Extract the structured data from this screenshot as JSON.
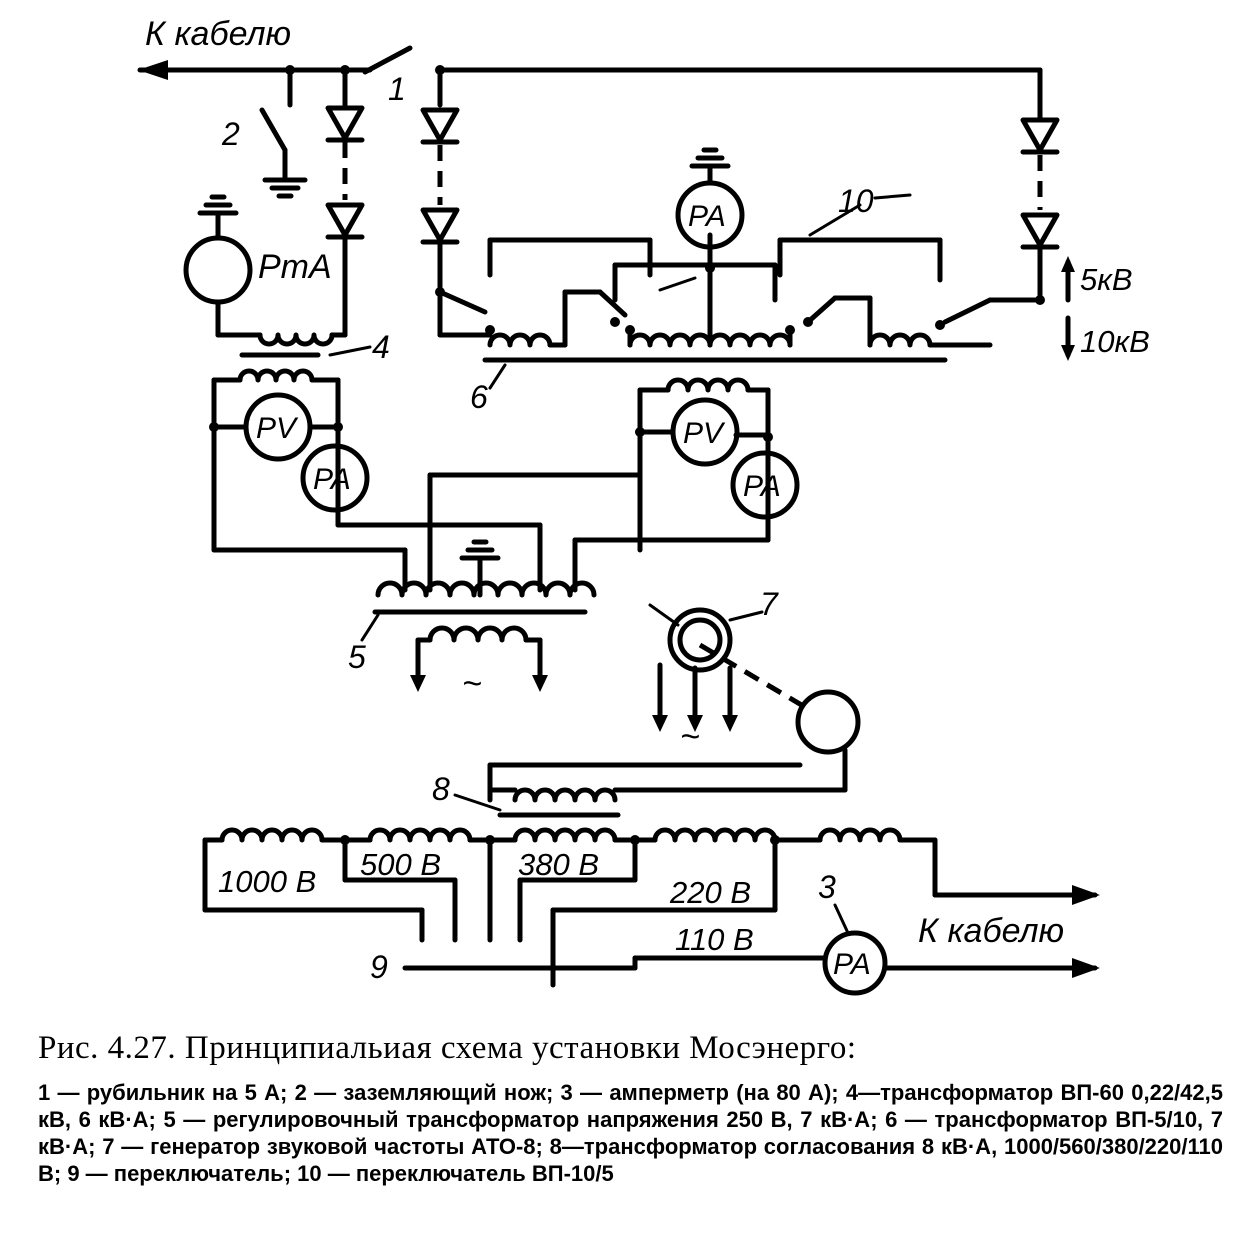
{
  "diagram": {
    "labels": {
      "to_cable_top": "К кабелю",
      "to_cable_bottom": "К кабелю",
      "ma_meter": "PmA",
      "voltage_5kv": "5кВ",
      "voltage_10kv": "10кВ",
      "tap_1000": "1000 В",
      "tap_500": "500 В",
      "tap_380": "380 В",
      "tap_220": "220 В",
      "tap_110": "110 В",
      "ammeter": "PA",
      "voltmeter": "PV",
      "ac_symbol": "~"
    },
    "numbers": {
      "n1": "1",
      "n2": "2",
      "n3": "3",
      "n4": "4",
      "n5": "5",
      "n6": "6",
      "n7": "7",
      "n8": "8",
      "n9": "9",
      "n10": "10"
    }
  },
  "caption": {
    "title": "Рис. 4.27. Принципиальиая схема установки Мосэнерго:",
    "text": "1 — рубильник на 5 А; 2 — заземляющий нож; 3 — амперметр (на 80 А); 4—трансформатор ВП-60 0,22/42,5 кВ, 6 кВ·А; 5 — регулировочный трансформатор напряжения 250 В, 7 кВ·А; 6 — трансформатор ВП-5/10, 7 кВ·А; 7 — генератор звуковой частоты АТО-8; 8—трансформатор согласования 8 кВ·А, 1000/560/380/220/110 В; 9 — переключатель; 10 — переключатель ВП-10/5"
  }
}
